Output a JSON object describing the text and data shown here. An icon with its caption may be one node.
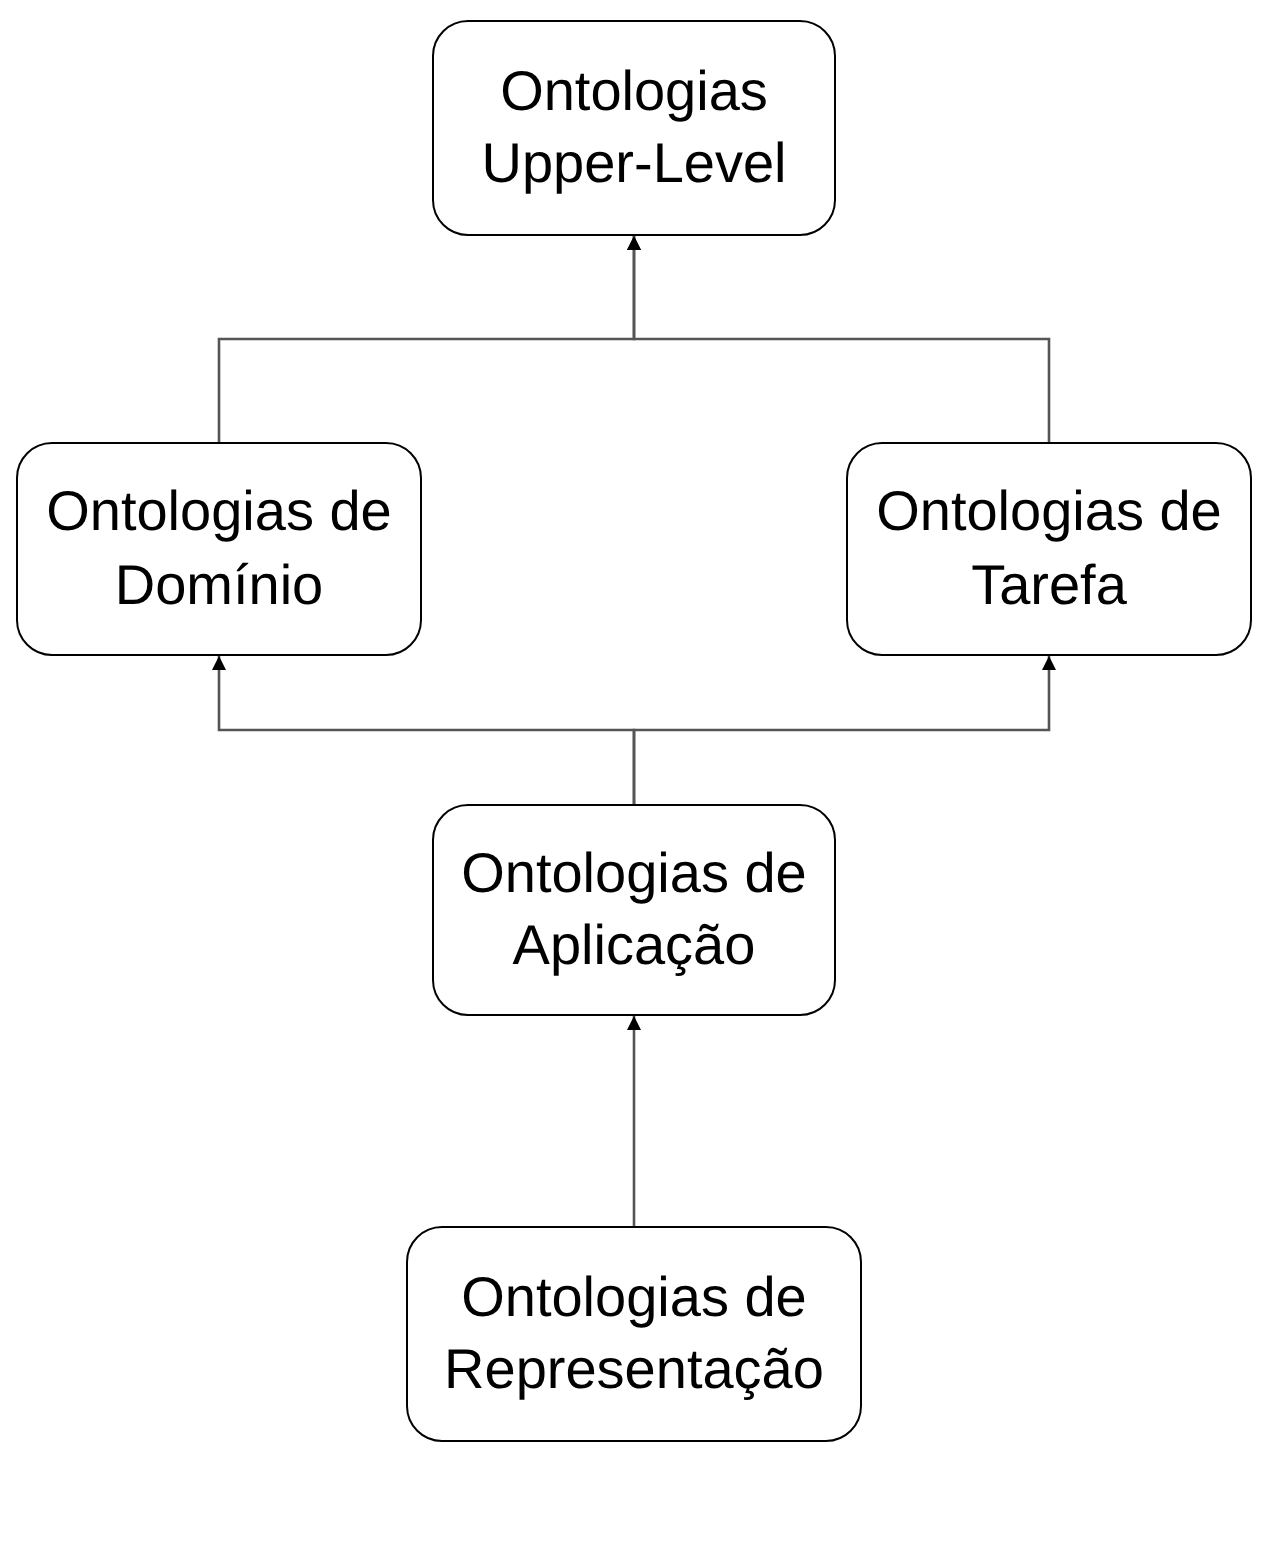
{
  "diagram": {
    "nodes": [
      {
        "text": [
          "Ontologias Upper-Level"
        ]
      },
      {
        "text": [
          "Ontologias de Domínio"
        ]
      },
      {
        "text": [
          "Ontologias de Tarefa"
        ]
      },
      {
        "text": [
          "Ontologias de Aplicação"
        ]
      },
      {
        "text": [
          "Ontologias de Representação"
        ]
      }
    ],
    "edges": [
      {
        "from": 1,
        "to": 0,
        "arrow": "to"
      },
      {
        "from": 2,
        "to": 0,
        "arrow": "to"
      },
      {
        "from": 3,
        "to": 1,
        "arrow": "to"
      },
      {
        "from": 3,
        "to": 2,
        "arrow": "to"
      },
      {
        "from": 4,
        "to": 3,
        "arrow": "to"
      }
    ]
  }
}
